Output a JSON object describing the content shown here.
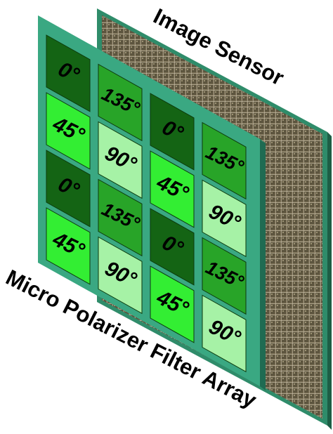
{
  "labels": {
    "sensor": "Image Sensor",
    "filter_array": "Micro Polarizer Filter Array"
  },
  "angle_colors": {
    "0°": "#146414",
    "45°": "#33ee33",
    "90°": "#a6f2a6",
    "135°": "#28a428"
  },
  "frame_colors": {
    "filter_frame": "#3aa882",
    "filter_frame_shadow": "#1f6b52",
    "sensor_frame": "#2f8c6a",
    "sensor_grid": "#6b6148",
    "sensor_grid_line": "#cfc7b2"
  },
  "filter_rows": [
    [
      {
        "angle": "0°"
      },
      {
        "angle": "135°"
      },
      {
        "angle": "0°"
      },
      {
        "angle": "135°"
      }
    ],
    [
      {
        "angle": "45°"
      },
      {
        "angle": "90°"
      },
      {
        "angle": "45°"
      },
      {
        "angle": "90°"
      }
    ],
    [
      {
        "angle": "0°"
      },
      {
        "angle": "135°"
      },
      {
        "angle": "0°"
      },
      {
        "angle": "135°"
      }
    ],
    [
      {
        "angle": "45°"
      },
      {
        "angle": "90°"
      },
      {
        "angle": "45°"
      },
      {
        "angle": "90°"
      }
    ]
  ]
}
